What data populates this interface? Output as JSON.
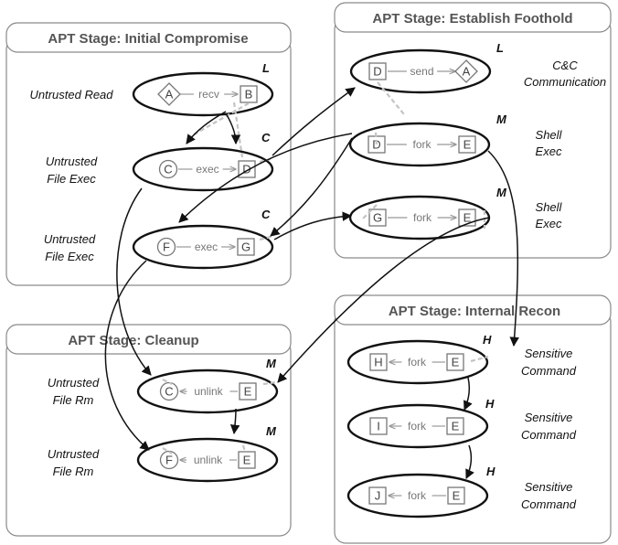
{
  "panels": {
    "initial": "APT Stage: Initial Compromise",
    "foothold": "APT Stage: Establish Foothold",
    "cleanup": "APT Stage:  Cleanup",
    "recon": "APT Stage: Internal Recon"
  },
  "rows": {
    "ic1": {
      "left": "A",
      "edge": "recv",
      "right": "B",
      "level": "L",
      "desc": [
        "Untrusted Read"
      ]
    },
    "ic2": {
      "left": "C",
      "edge": "exec",
      "right": "D",
      "level": "C",
      "desc": [
        "Untrusted",
        "File Exec"
      ]
    },
    "ic3": {
      "left": "F",
      "edge": "exec",
      "right": "G",
      "level": "C",
      "desc": [
        "Untrusted",
        "File Exec"
      ]
    },
    "ef1": {
      "left": "D",
      "edge": "send",
      "right": "A",
      "level": "L",
      "desc": [
        "C&C",
        "Communication"
      ]
    },
    "ef2": {
      "left": "D",
      "edge": "fork",
      "right": "E",
      "level": "M",
      "desc": [
        "Shell",
        "Exec"
      ]
    },
    "ef3": {
      "left": "G",
      "edge": "fork",
      "right": "E",
      "level": "M",
      "desc": [
        "Shell",
        "Exec"
      ]
    },
    "cu1": {
      "left": "C",
      "edge": "unlink",
      "right": "E",
      "level": "M",
      "desc": [
        "Untrusted",
        "File Rm"
      ]
    },
    "cu2": {
      "left": "F",
      "edge": "unlink",
      "right": "E",
      "level": "M",
      "desc": [
        "Untrusted",
        "File Rm"
      ]
    },
    "ir1": {
      "left": "H",
      "edge": "fork",
      "right": "E",
      "level": "H",
      "desc": [
        "Sensitive",
        "Command"
      ]
    },
    "ir2": {
      "left": "I",
      "edge": "fork",
      "right": "E",
      "level": "H",
      "desc": [
        "Sensitive",
        "Command"
      ]
    },
    "ir3": {
      "left": "J",
      "edge": "fork",
      "right": "E",
      "level": "H",
      "desc": [
        "Sensitive",
        "Command"
      ]
    }
  }
}
